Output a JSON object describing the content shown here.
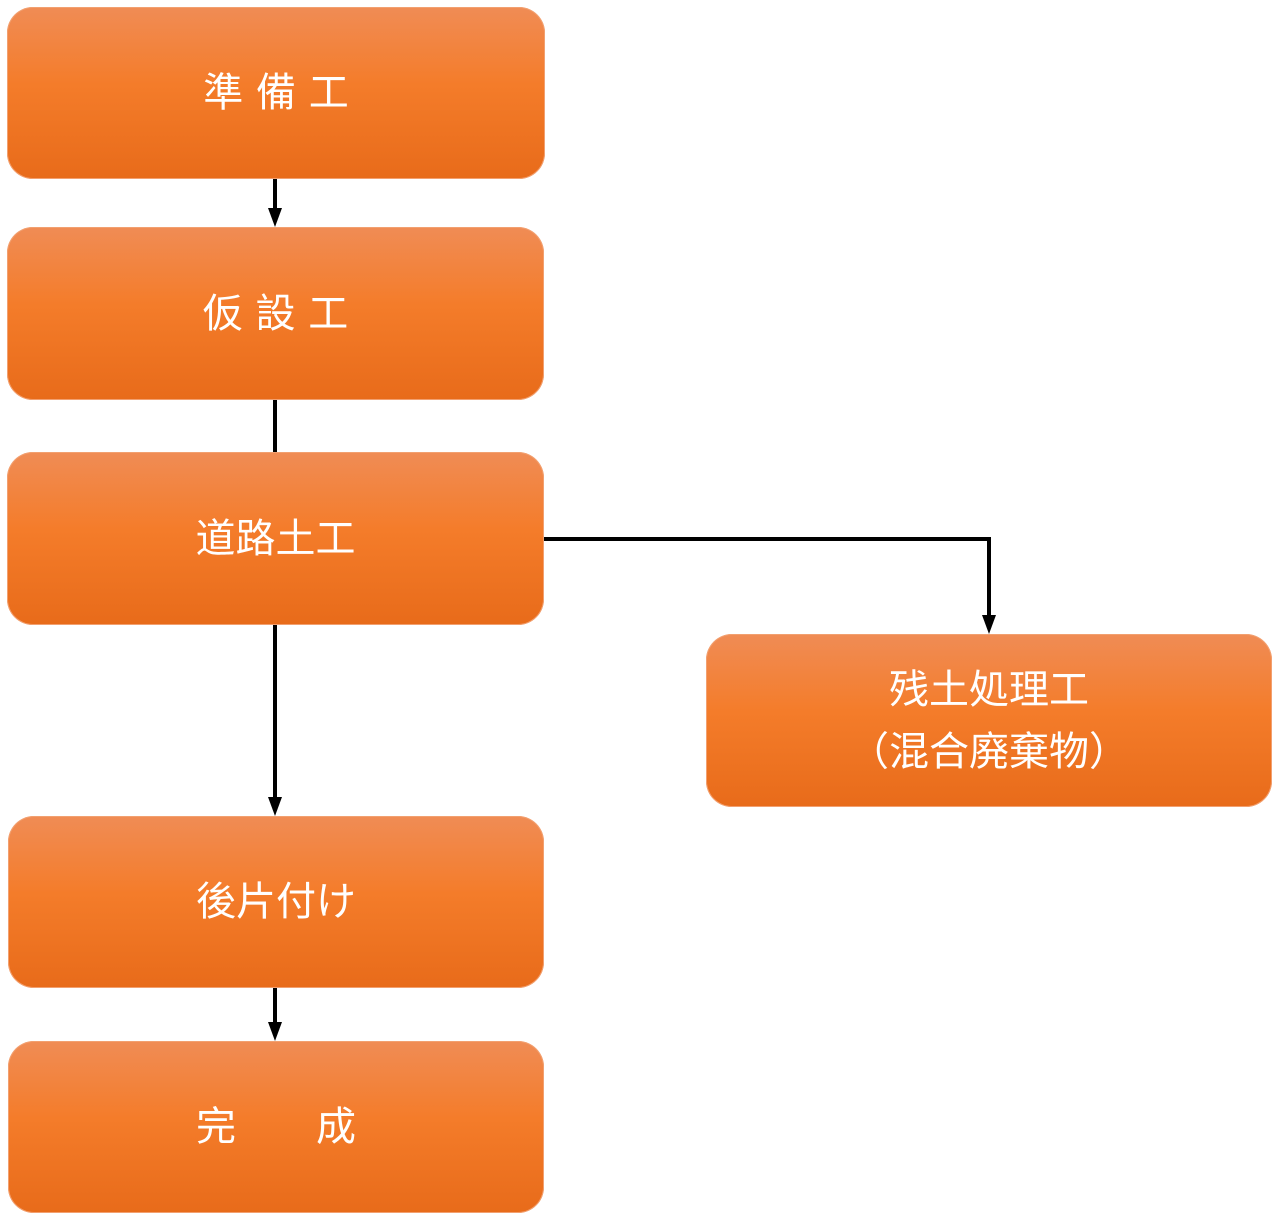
{
  "steps": [
    {
      "label": "準 備 工"
    },
    {
      "label": "仮 設 工"
    },
    {
      "label": "道路土工"
    },
    {
      "label": "後片付け"
    },
    {
      "label": "完　　成"
    }
  ],
  "branch": {
    "line1": "残土処理工",
    "line2": "（混合廃棄物）"
  },
  "colors": {
    "box_top": "#f08c55",
    "box_bottom": "#e86b1a",
    "text": "#ffffff",
    "connector": "#000000"
  }
}
